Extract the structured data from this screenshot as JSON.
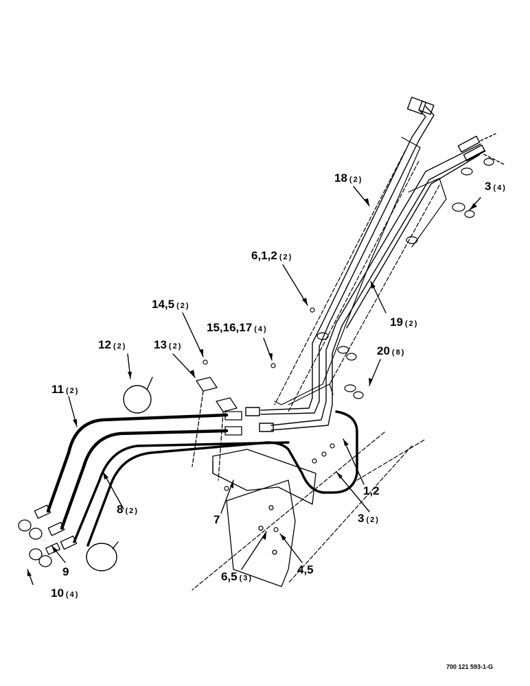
{
  "figure_id": "700 121 593-1-G",
  "callouts": [
    {
      "id": "c18",
      "num": "18",
      "qty": "(2)"
    },
    {
      "id": "c3a",
      "num": "3",
      "qty": "(4)"
    },
    {
      "id": "c612",
      "num": "6,1,2",
      "qty": "(2)"
    },
    {
      "id": "c145",
      "num": "14,5",
      "qty": "(2)"
    },
    {
      "id": "c151617",
      "num": "15,16,17",
      "qty": "(4)"
    },
    {
      "id": "c19",
      "num": "19",
      "qty": "(2)"
    },
    {
      "id": "c12",
      "num": "12",
      "qty": "(2)"
    },
    {
      "id": "c13",
      "num": "13",
      "qty": "(2)"
    },
    {
      "id": "c20",
      "num": "20",
      "qty": "(8)"
    },
    {
      "id": "c11",
      "num": "11",
      "qty": "(2)"
    },
    {
      "id": "c8",
      "num": "8",
      "qty": "(2)"
    },
    {
      "id": "c7",
      "num": "7",
      "qty": ""
    },
    {
      "id": "c12b",
      "num": "1,2",
      "qty": ""
    },
    {
      "id": "c3b",
      "num": "3",
      "qty": "(2)"
    },
    {
      "id": "c9",
      "num": "9",
      "qty": ""
    },
    {
      "id": "c45",
      "num": "4,5",
      "qty": ""
    },
    {
      "id": "c65",
      "num": "6,5",
      "qty": "(3)"
    },
    {
      "id": "c10",
      "num": "10",
      "qty": "(4)"
    }
  ]
}
